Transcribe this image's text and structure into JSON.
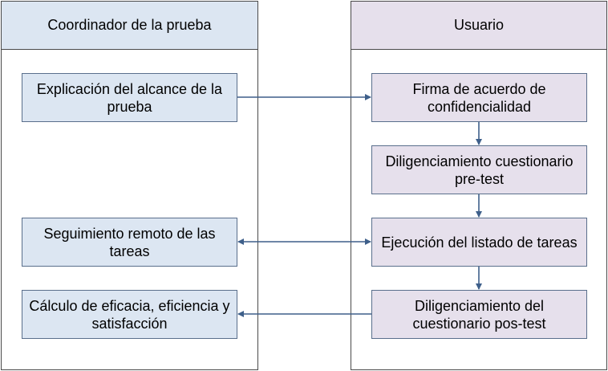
{
  "colors": {
    "coordinator_fill": "#dce6f2",
    "user_fill": "#e6e0ec",
    "arrow": "#3e5f8a",
    "border": "#4a4a4a"
  },
  "lanes": {
    "coordinator": {
      "title": "Coordinador de la prueba"
    },
    "user": {
      "title": "Usuario"
    }
  },
  "coordinator_steps": [
    "Explicación del alcance de la prueba",
    "Seguimiento remoto de las tareas",
    "Cálculo de eficacia, eficiencia y satisfacción"
  ],
  "user_steps": [
    "Firma de acuerdo de confidencialidad",
    "Diligenciamiento cuestionario pre-test",
    "Ejecución del listado de tareas",
    "Diligenciamiento del cuestionario pos-test"
  ]
}
